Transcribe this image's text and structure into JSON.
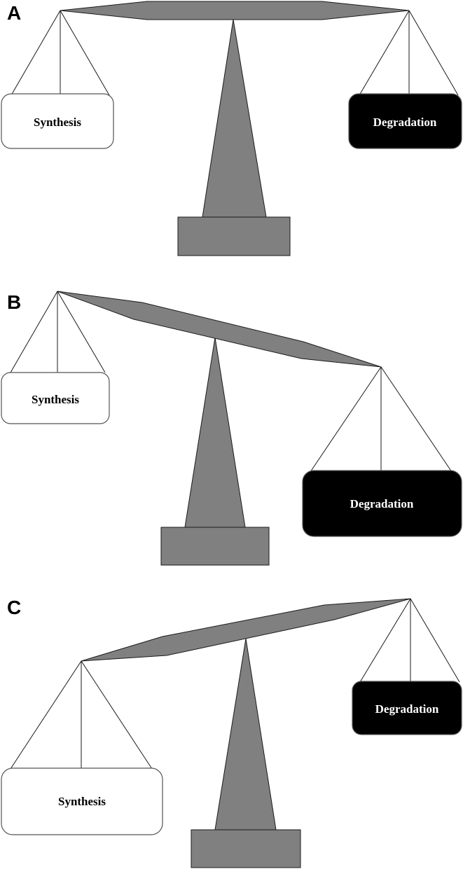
{
  "colors": {
    "structure_fill": "#808080",
    "synthesis_fill": "#ffffff",
    "synthesis_text": "#000000",
    "degradation_fill": "#000000",
    "degradation_text": "#ffffff"
  },
  "panels": [
    {
      "label": "A",
      "left_pan": {
        "text": "Synthesis",
        "style": "light"
      },
      "right_pan": {
        "text": "Degradation",
        "style": "dark"
      }
    },
    {
      "label": "B",
      "left_pan": {
        "text": "Synthesis",
        "style": "light"
      },
      "right_pan": {
        "text": "Degradation",
        "style": "dark"
      }
    },
    {
      "label": "C",
      "left_pan": {
        "text": "Synthesis",
        "style": "light"
      },
      "right_pan": {
        "text": "Degradation",
        "style": "dark"
      }
    }
  ]
}
